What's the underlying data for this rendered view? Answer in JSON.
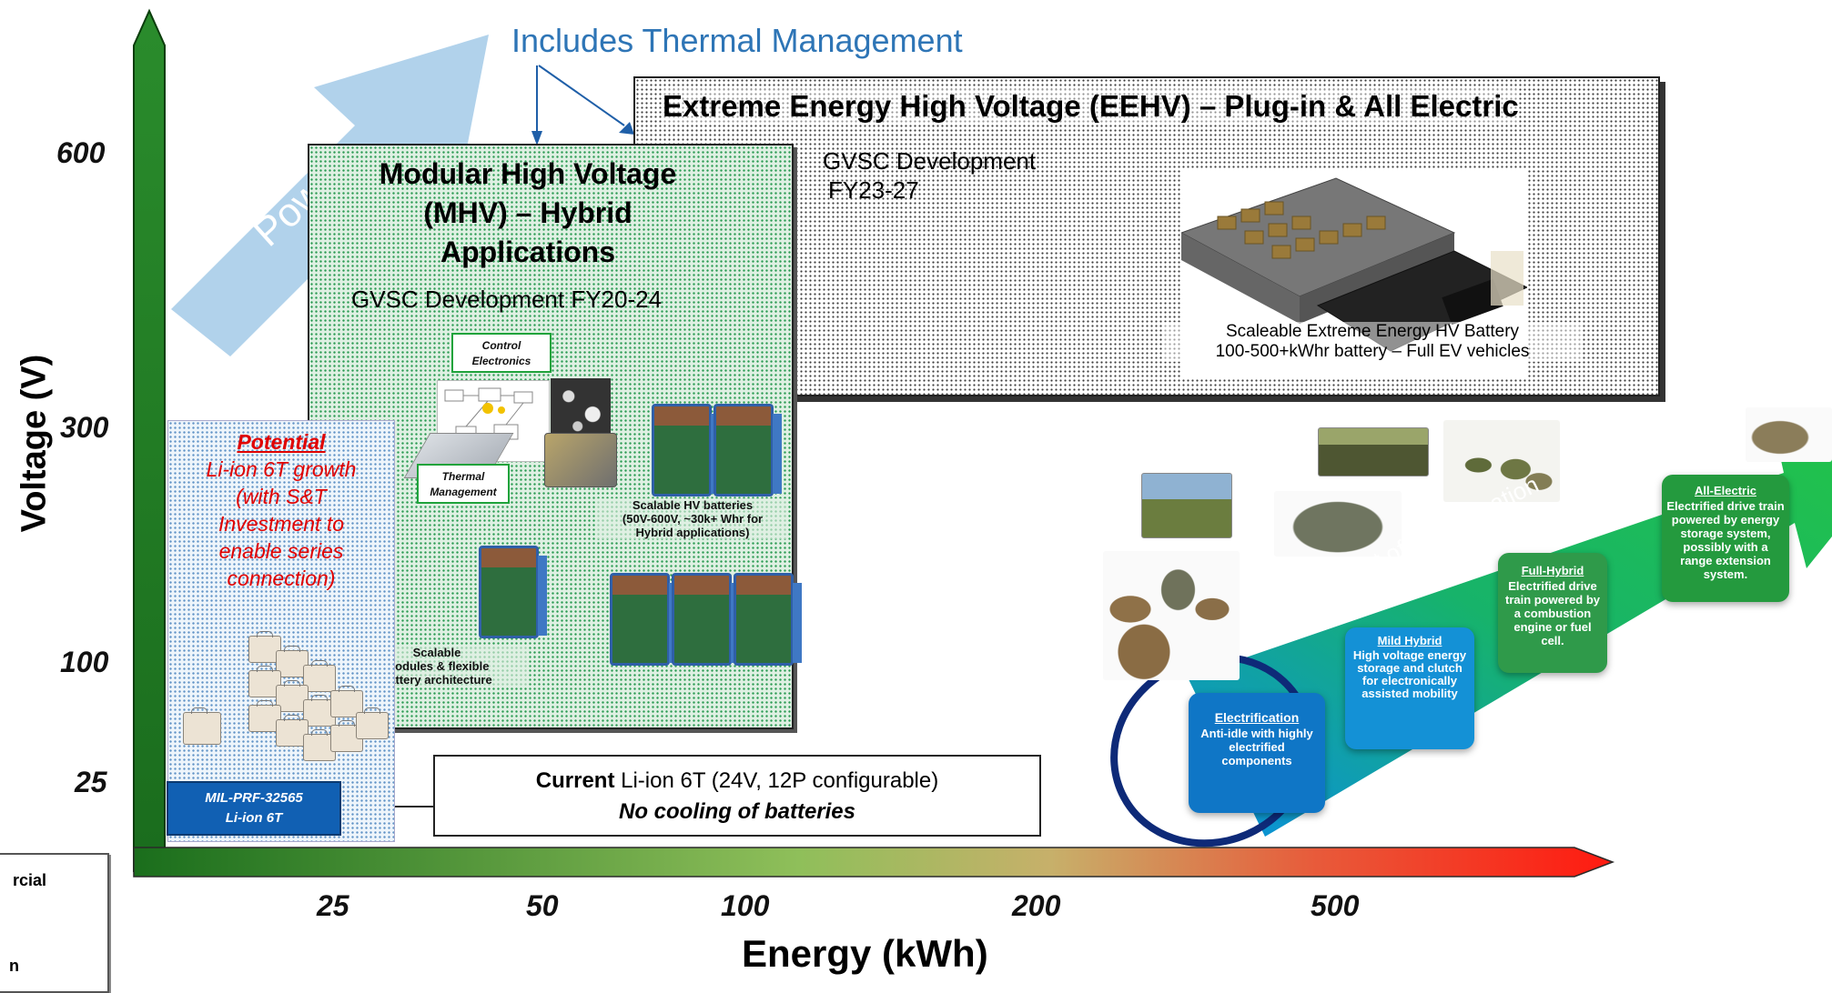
{
  "axes": {
    "y_label": "Voltage (V)",
    "x_label": "Energy (kWh)",
    "y_ticks": [
      "600",
      "300",
      "100",
      "25"
    ],
    "x_ticks": [
      "25",
      "50",
      "100",
      "200",
      "500"
    ]
  },
  "thermal_label": "Includes Thermal Management",
  "power_arrow_label": "Power",
  "eehv": {
    "title": "Extreme Energy High Voltage (EEHV) – Plug-in & All Electric",
    "dev_line1": "GVSC Development",
    "dev_line2": "FY23-27",
    "caption_line1": "Scaleable Extreme Energy HV Battery",
    "caption_line2": "100-500+kWhr battery – Full EV vehicles"
  },
  "mhv": {
    "title_line1": "Modular High Voltage",
    "title_line2": "(MHV) – Hybrid",
    "title_line3": "Applications",
    "dev": "GVSC Development FY20-24",
    "control_line1": "Control",
    "control_line2": "Electronics",
    "thermal_line1": "Thermal",
    "thermal_line2": "Management",
    "scalable_hv_line1": "Scalable HV batteries",
    "scalable_hv_line2": "(50V-600V, ~30k+ Whr for",
    "scalable_hv_line3": "Hybrid applications)",
    "modules_line1": "Scalable",
    "modules_line2": "modules & flexible",
    "modules_line3": "battery architecture"
  },
  "potential": {
    "heading": "Potential",
    "line1": "Li-ion 6T growth",
    "line2": "(with S&T",
    "line3": "Investment to",
    "line4": "enable series",
    "line5": "connection)",
    "milprf_line1": "MIL-PRF-32565",
    "milprf_line2": "Li-ion 6T"
  },
  "current": {
    "bold_word": "Current",
    "rest": " Li-ion 6T (24V, 12P configurable)",
    "line2": "No cooling of batteries"
  },
  "extent_label": "Extent of Electrification",
  "stages": [
    {
      "title": "Electrification",
      "body": "Anti-idle with highly electrified components"
    },
    {
      "title": "Mild Hybrid",
      "body": "High voltage energy storage and clutch for electronically assisted mobility"
    },
    {
      "title": "Full-Hybrid",
      "body": "Electrified drive train powered by a combustion engine or fuel cell."
    },
    {
      "title": "All-Electric",
      "body": "Electrified drive train powered by energy storage system, possibly with a range extension system."
    }
  ],
  "left_box_fragment_line1": "rcial",
  "left_box_fragment_line2": "n",
  "colors": {
    "axis_green": "#1e7a22",
    "title_blue": "#2e75b6",
    "stage_blue": "#0f76c6",
    "stage_green": "#2f9a4a",
    "milprf_blue": "#1160b3",
    "potential_red": "#e00000"
  }
}
